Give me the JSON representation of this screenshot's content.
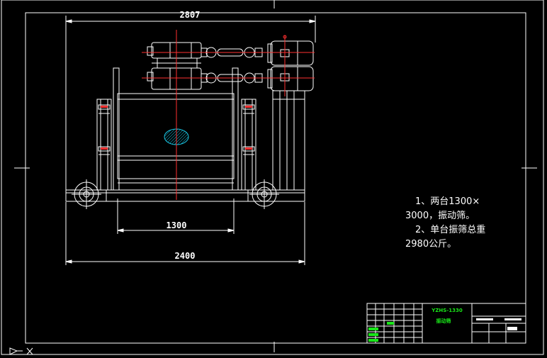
{
  "dimensions": {
    "overall_width": "2807",
    "screen_width": "1300",
    "base_width": "2400"
  },
  "notes": [
    "1、两台1300×",
    "3000，振动筛。",
    "2、单台振筛总重",
    "2980公斤。"
  ],
  "title_block": {
    "drawing_code": "YZHS-1330",
    "drawing_name": "振动筛"
  },
  "colors": {
    "background": "#000000",
    "line": "#ffffff",
    "centerline": "#ff3030",
    "hatch": "#19c8e6",
    "accent_green": "#19e619"
  }
}
